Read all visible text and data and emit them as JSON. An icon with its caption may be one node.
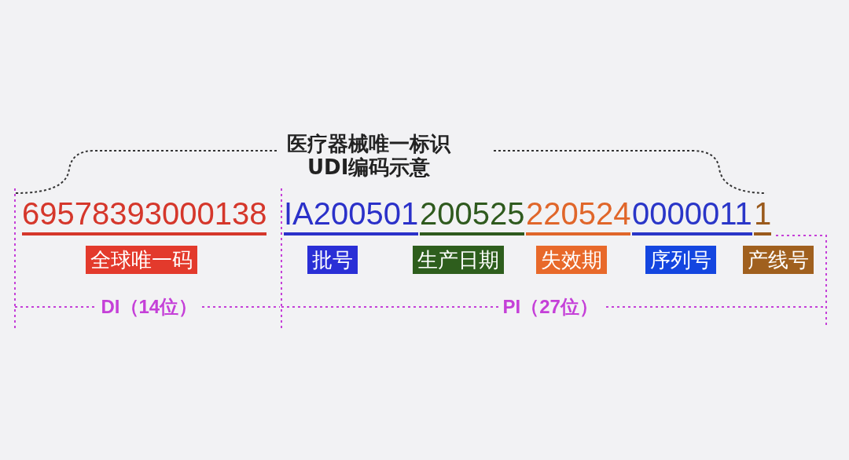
{
  "diagram": {
    "title": "医疗器械唯一标识UDI编码示意",
    "nodes": [
      {
        "text": [
          "DI（14位）"
        ]
      },
      {
        "text": [
          "69578393000138"
        ],
        "in": 0
      },
      {
        "text": [
          "全球唯一码"
        ],
        "in": 0
      },
      {
        "text": [
          "PI（27位）"
        ]
      },
      {
        "text": [
          "IA200501"
        ],
        "in": 3
      },
      {
        "text": [
          "批号"
        ],
        "in": 3
      },
      {
        "text": [
          "200525"
        ],
        "in": 3
      },
      {
        "text": [
          "生产日期"
        ],
        "in": 3
      },
      {
        "text": [
          "220524"
        ],
        "in": 3
      },
      {
        "text": [
          "失效期"
        ],
        "in": 3
      },
      {
        "text": [
          "0000011"
        ],
        "in": 3
      },
      {
        "text": [
          "序列号"
        ],
        "in": 3
      },
      {
        "text": [
          "1"
        ],
        "in": 3
      },
      {
        "text": [
          "产线号"
        ],
        "in": 3
      }
    ]
  }
}
